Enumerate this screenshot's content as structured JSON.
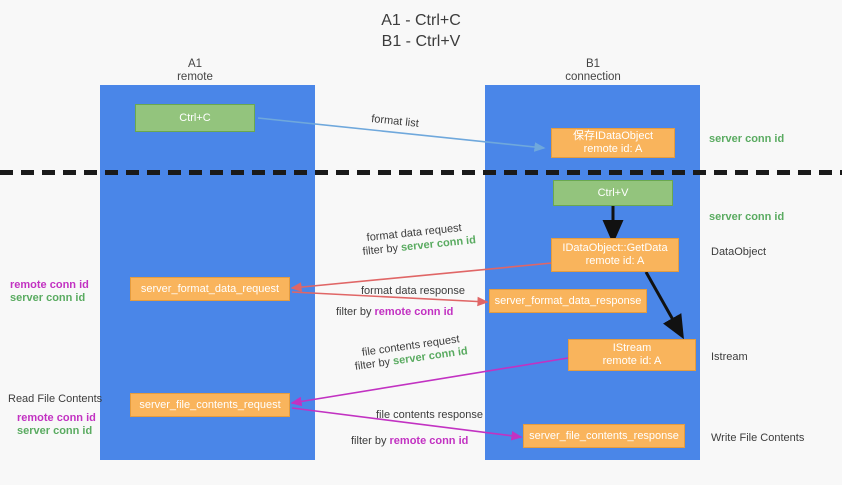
{
  "title": {
    "line1": "A1 - Ctrl+C",
    "line2": "B1 - Ctrl+V"
  },
  "lanes": [
    {
      "name": "A1",
      "sub": "remote"
    },
    {
      "name": "B1",
      "sub": "connection"
    }
  ],
  "boxes": {
    "ctrl_c": "Ctrl+C",
    "ctrl_v": "Ctrl+V",
    "save_idataobject_l1": "保存IDataObject",
    "save_idataobject_l2": "remote id: A",
    "getdata_l1": "IDataObject::GetData",
    "getdata_l2": "remote id: A",
    "istream_l1": "IStream",
    "istream_l2": "remote id: A",
    "server_format_data_request": "server_format_data_request",
    "server_format_data_response": "server_format_data_response",
    "server_file_contents_request": "server_file_contents_request",
    "server_file_contents_response": "server_file_contents_response"
  },
  "arrow_labels": {
    "format_list": "format list",
    "format_data_request": "format data request",
    "format_data_request_filter_prefix": "filter by ",
    "format_data_request_filter_value": "server conn id",
    "format_data_response": "format data response",
    "format_data_response_filter_prefix": "filter by ",
    "format_data_response_filter_value": "remote conn id",
    "file_contents_request": "file contents request",
    "file_contents_request_filter_prefix": "filter by ",
    "file_contents_request_filter_value": "server conn id",
    "file_contents_response": "file contents response",
    "file_contents_response_filter_prefix": "filter by ",
    "file_contents_response_filter_value": "remote conn id"
  },
  "right_labels": {
    "server_conn_id_1": "server conn id",
    "server_conn_id_2": "server conn id",
    "dataobject": "DataObject",
    "istream": "Istream",
    "write_file_contents": "Write File Contents"
  },
  "left_labels": {
    "remote_conn_id_1": "remote conn id",
    "server_conn_id_1": "server conn id",
    "read_file_contents": "Read File Contents",
    "remote_conn_id_2": "remote conn id",
    "server_conn_id_2": "server conn id"
  },
  "colors": {
    "lane": "#4a86e8",
    "green_box": "#93c47d",
    "orange_box": "#f9b45c",
    "server_conn_id": "#5aab61",
    "remote_conn_id": "#c232c2",
    "arrow_blue": "#6fa8dc",
    "arrow_red": "#e06666",
    "arrow_magenta": "#c232c2",
    "arrow_black": "#000000",
    "background": "#f8f8f8"
  }
}
